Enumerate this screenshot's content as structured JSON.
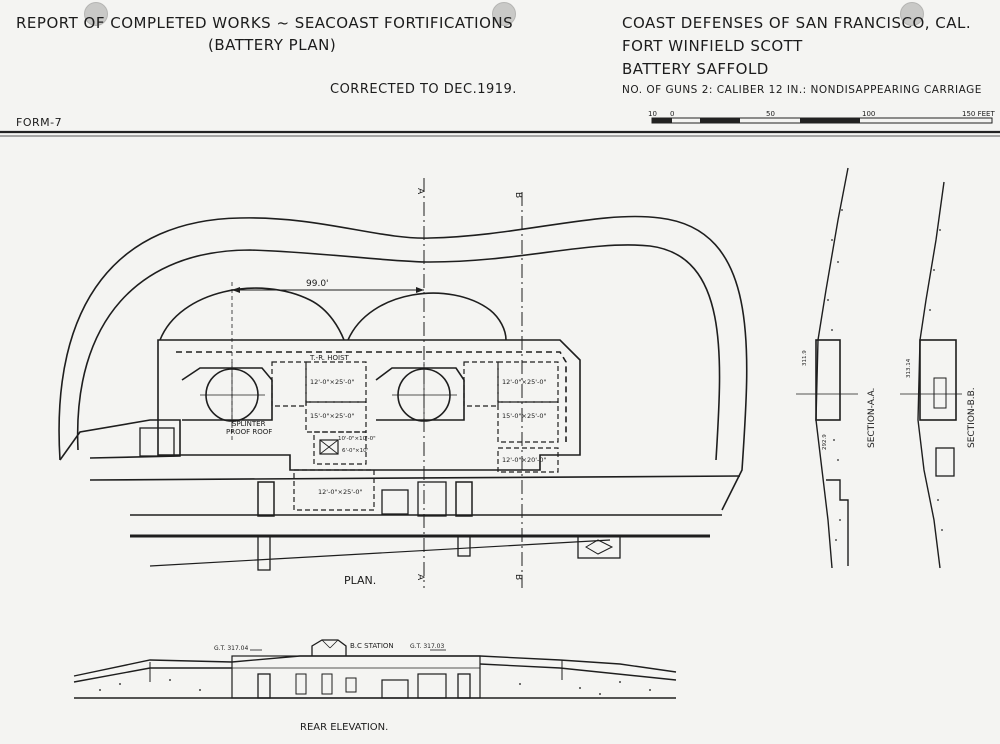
{
  "header": {
    "left_line1": "REPORT OF COMPLETED WORKS ~ SEACOAST FORTIFICATIONS",
    "left_line2": "(BATTERY PLAN)",
    "corrected": "CORRECTED TO DEC.1919.",
    "right_line1": "COAST DEFENSES OF SAN FRANCISCO, CAL.",
    "right_line2": "FORT WINFIELD SCOTT",
    "right_line3": "BATTERY SAFFOLD",
    "right_line4": "NO. OF GUNS 2: CALIBER 12 IN.: NONDISAPPEARING CARRIAGE",
    "form": "FORM-7"
  },
  "scale_bar": {
    "ticks": [
      "10",
      "0",
      "50",
      "100",
      "150 FEET"
    ]
  },
  "plan": {
    "title": "PLAN.",
    "dimension": "99.0'",
    "hoist_label": "T.-R. HOIST",
    "splinter_label_1": "SPLINTER",
    "splinter_label_2": "PROOF ROOF",
    "section_marker_a": "A",
    "section_marker_b": "B",
    "rooms_left": [
      "12'-0\"×25'-0\"",
      "15'-0\"×25'-0\"",
      "12'-0\"×25'-0\""
    ],
    "rooms_right": [
      "12'-0\"×25'-0\"",
      "15'-0\"×25'-0\"",
      "12'-0\"×20'-0\""
    ],
    "small_rooms": [
      "10'-0\"×10'-0\"",
      "6'-0\"×10'"
    ]
  },
  "sections": {
    "aa_label": "SECTION-A.A.",
    "bb_label": "SECTION-B.B.",
    "aa_elev_top": "311.9",
    "aa_elev_bottom": "292.9",
    "bb_elev": "313.14"
  },
  "elevation": {
    "title": "REAR ELEVATION.",
    "bc_station": "B.C STATION",
    "gt_left": "G.T. 317.04",
    "gt_right": "G.T. 317.03"
  }
}
